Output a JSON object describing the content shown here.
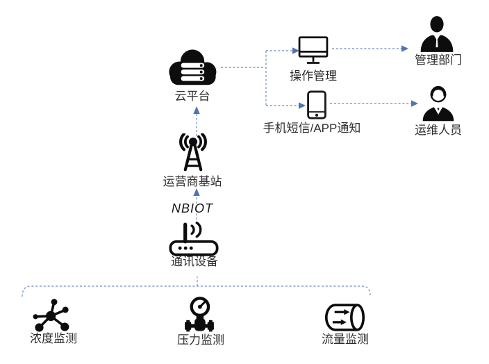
{
  "nodes": {
    "cloud": {
      "label": "云平台",
      "icon": "cloud-server-icon"
    },
    "operation": {
      "label": "操作管理",
      "icon": "monitor-icon"
    },
    "management": {
      "label": "管理部门",
      "icon": "manager-person-icon"
    },
    "notification": {
      "label": "手机短信/APP通知",
      "icon": "smartphone-icon"
    },
    "maintenance": {
      "label": "运维人员",
      "icon": "ops-person-icon"
    },
    "base_station": {
      "label": "运营商基站",
      "icon": "antenna-tower-icon"
    },
    "device": {
      "label": "通讯设备",
      "icon": "wireless-router-icon"
    },
    "concentration": {
      "label": "浓度监测",
      "icon": "molecule-icon"
    },
    "pressure": {
      "label": "压力监测",
      "icon": "pressure-gauge-icon"
    },
    "flow": {
      "label": "流量监测",
      "icon": "flow-meter-icon"
    }
  },
  "links": {
    "nbiot": {
      "label": "NBIOT"
    }
  },
  "colors": {
    "icon": "#0d0d0d",
    "connector_line": "#7f9cc9",
    "arrowhead": "#4f74ae",
    "text": "#2d2d2d",
    "background": "#ffffff"
  }
}
